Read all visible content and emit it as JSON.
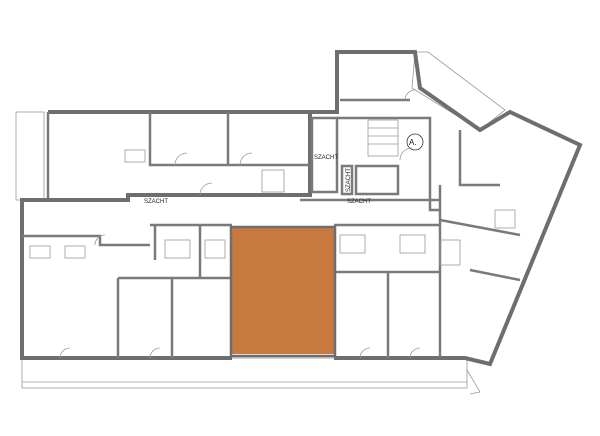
{
  "plan": {
    "shaft_labels": [
      "SZACHT",
      "SZACHT",
      "SZACHT",
      "SZACHT"
    ],
    "staircase_label": "A.",
    "highlight_color": "#c87a3e",
    "wall_color": "#6e6e6e"
  }
}
